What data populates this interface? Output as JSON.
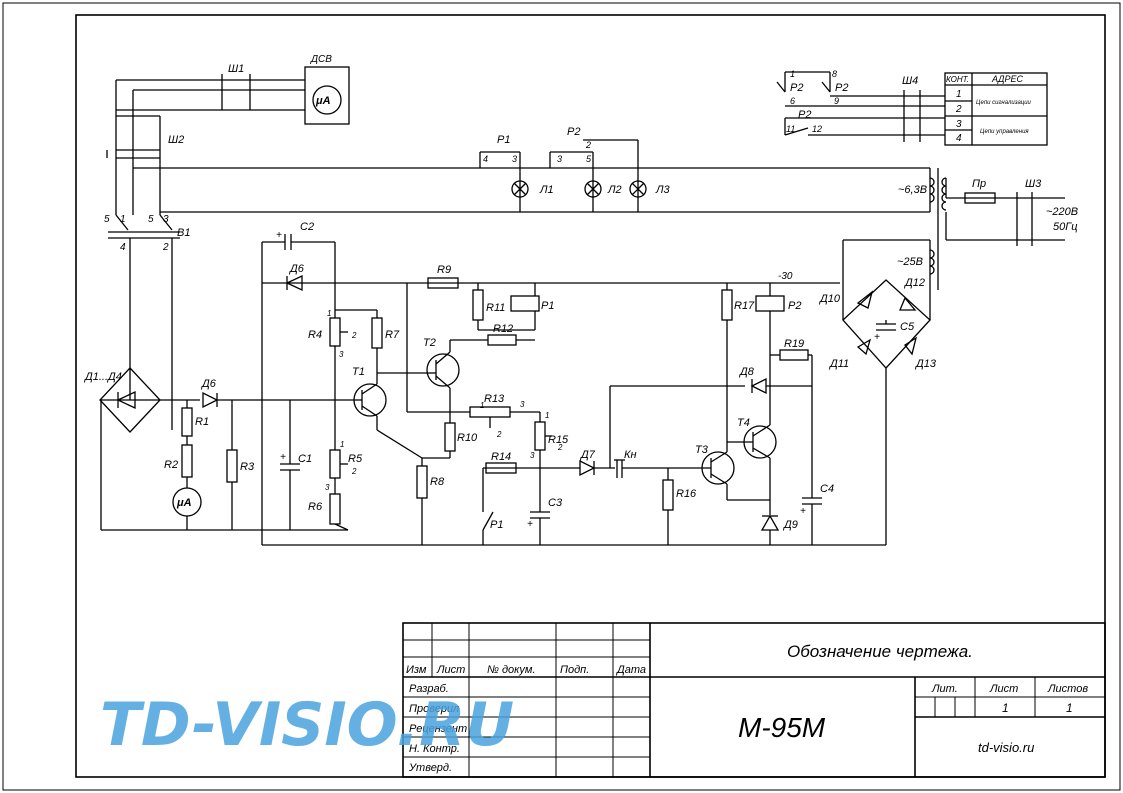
{
  "components": {
    "dsv": "ДСВ",
    "ua": "μA",
    "sh1": "Ш1",
    "sh2": "Ш2",
    "sh3": "Ш3",
    "sh4": "Ш4",
    "v1": "В1",
    "d1d4": "Д1...Д4",
    "d6": "Д6",
    "d7": "Д7",
    "d8": "Д8",
    "d9": "Д9",
    "d10": "Д10",
    "d11": "Д11",
    "d12": "Д12",
    "d13": "Д13",
    "r1": "R1",
    "r2": "R2",
    "r3": "R3",
    "r4": "R4",
    "r5": "R5",
    "r6": "R6",
    "r7": "R7",
    "r8": "R8",
    "r9": "R9",
    "r10": "R10",
    "r11": "R11",
    "r12": "R12",
    "r13": "R13",
    "r14": "R14",
    "r15": "R15",
    "r16": "R16",
    "r17": "R17",
    "r19": "R19",
    "c1": "C1",
    "c2": "C2",
    "c3": "C3",
    "c4": "C4",
    "c5": "C5",
    "t1": "T1",
    "t2": "T2",
    "t3": "T3",
    "t4": "T4",
    "p1": "P1",
    "p2": "P2",
    "l1": "Л1",
    "l2": "Л2",
    "l3": "Л3",
    "kn": "Кн",
    "pr": "Пр",
    "v63": "~6,3В",
    "v25": "~25В",
    "v220": "~220В",
    "hz50": "50Гц",
    "minus30": "-30",
    "plus": "+",
    "pins": {
      "p1": "1",
      "p2": "2",
      "p3": "3",
      "p4": "4",
      "p5": "5",
      "p6": "6",
      "p8": "8",
      "p9": "9",
      "p11": "11",
      "p12": "12"
    }
  },
  "address_table": {
    "header_kont": "КОНТ.",
    "header_adres": "АДРЕС",
    "rows": [
      "1",
      "2",
      "3",
      "4"
    ],
    "group1": "Цепи сигнализации",
    "group2": "Цепи управления"
  },
  "title_block": {
    "designation": "Обозначение чертежа.",
    "headers": [
      "Изм",
      "Лист",
      "№ докум.",
      "Подп.",
      "Дата"
    ],
    "roles": [
      "Разраб.",
      "Проверил",
      "Рецензент",
      "Н. Контр.",
      "Утверд."
    ],
    "name": "М-95М",
    "lit": "Лит.",
    "list": "Лист",
    "listov": "Листов",
    "list_value": "1",
    "listov_value": "1",
    "site": "td-visio.ru"
  },
  "watermark": "TD-VISIO.RU"
}
